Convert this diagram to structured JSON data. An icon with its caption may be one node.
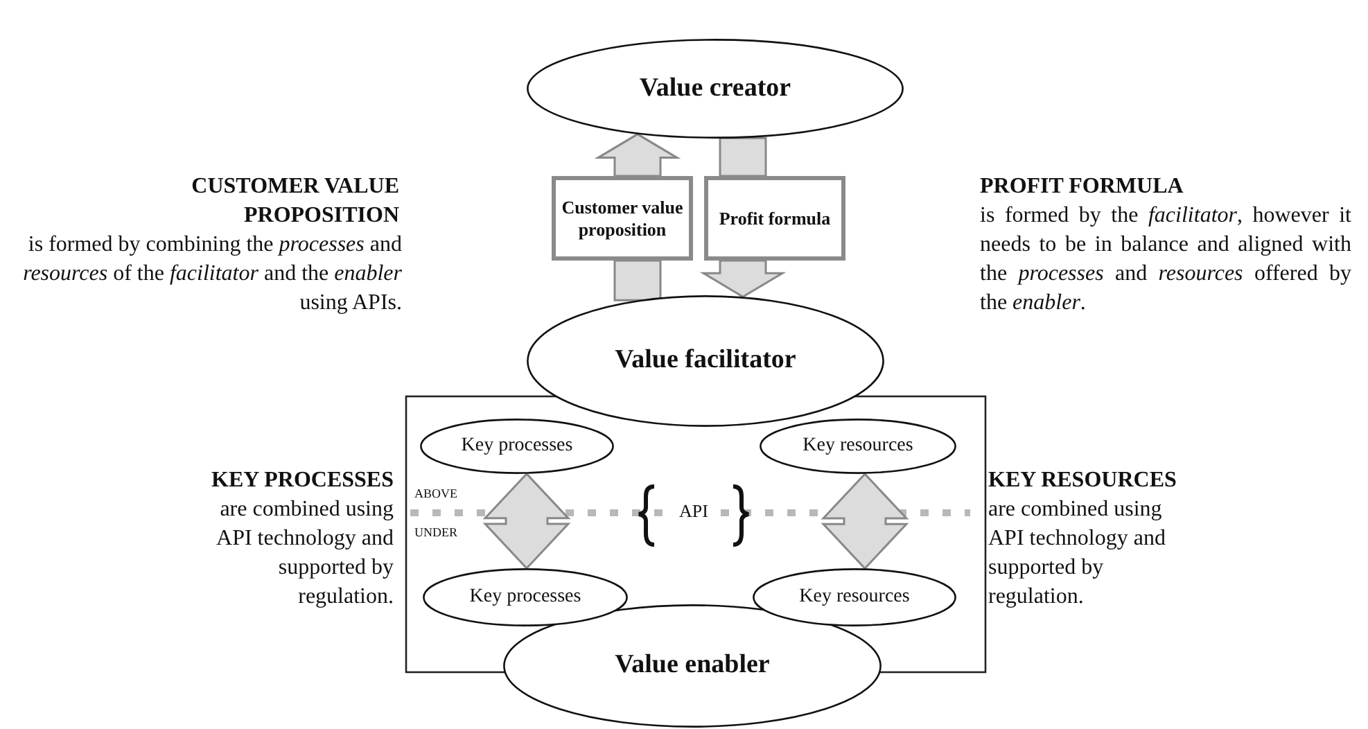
{
  "diagram": {
    "nodes": [
      {
        "text": [
          "Value creator"
        ]
      },
      {
        "text": [
          "Customer value proposition"
        ]
      },
      {
        "text": [
          "Profit formula"
        ]
      },
      {
        "text": [
          "Value facilitator"
        ]
      },
      {
        "text": [
          "Key processes"
        ]
      },
      {
        "text": [
          "Key resources"
        ]
      },
      {
        "text": [
          "Key processes"
        ]
      },
      {
        "text": [
          "Key resources"
        ]
      },
      {
        "text": [
          "Value enabler"
        ]
      }
    ],
    "edges": [
      {
        "from": 3,
        "to": 1,
        "arrow": "none",
        "style": "thick"
      },
      {
        "from": 1,
        "to": 0,
        "arrow": "to",
        "style": "thick"
      },
      {
        "from": 0,
        "to": 2,
        "arrow": "none",
        "style": "thick"
      },
      {
        "from": 2,
        "to": 3,
        "arrow": "to",
        "style": "thick"
      },
      {
        "from": 4,
        "to": 6,
        "arrow": "both",
        "style": "thick"
      },
      {
        "from": 5,
        "to": 7,
        "arrow": "both",
        "style": "thick"
      }
    ],
    "labels": [
      "CUSTOMER VALUE PROPOSITION",
      "is formed by combining the *processes* and *resources* of the *facilitator* and the *enabler* using APIs.",
      "PROFIT FORMULA",
      "is formed by the *facilitator*, however it needs to be in balance and aligned with the *processes* and *resources* offered by the *enabler*.",
      "KEY PROCESSES",
      "are combined using API technology and supported by regulation.",
      "KEY RESOURCES",
      "are combined using API technology and supported by regulation.",
      "ABOVE",
      "API",
      "UNDER"
    ]
  }
}
